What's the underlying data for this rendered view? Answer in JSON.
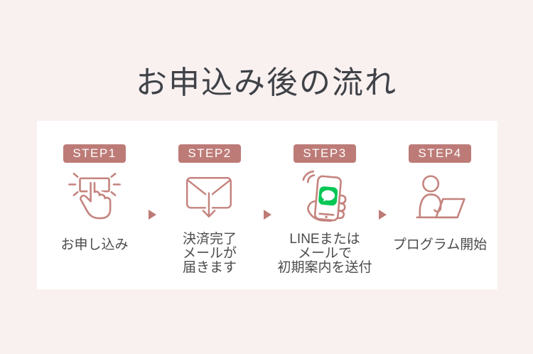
{
  "page": {
    "bg_color": "#f9f1f0",
    "card_color": "#ffffff",
    "accent_color": "#bd7b77",
    "icon_line_color": "#c5837e",
    "text_color": "#4b4b4b",
    "title_color": "#3f4247",
    "line_brand_color": "#06C755"
  },
  "title": "お申込み後の流れ",
  "steps": [
    {
      "badge": "STEP1",
      "icon": "tap-icon",
      "label_lines": [
        "お申し込み"
      ]
    },
    {
      "badge": "STEP2",
      "icon": "mail-icon",
      "label_lines": [
        "決済完了",
        "メールが",
        "届きます"
      ]
    },
    {
      "badge": "STEP3",
      "icon": "smartphone-line-icon",
      "label_lines": [
        "LINEまたは",
        "メールで",
        "初期案内を送付"
      ]
    },
    {
      "badge": "STEP4",
      "icon": "person-laptop-icon",
      "label_lines": [
        "プログラム開始"
      ]
    }
  ]
}
